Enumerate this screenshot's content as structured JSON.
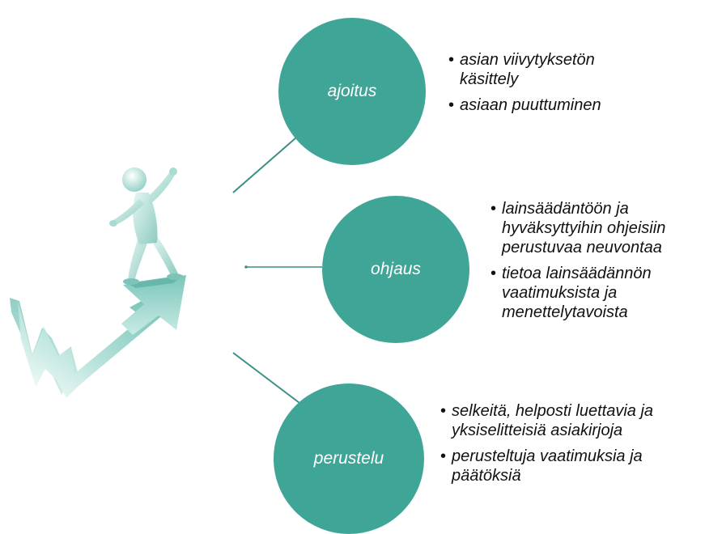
{
  "colors": {
    "circle_fill": "#3fa597",
    "connector": "#3a8f84",
    "arrow_fill": "#8fd3c9",
    "figure_fill": "#b5e1d8"
  },
  "illustration": {
    "icon": "person-surfing-rising-arrow-icon"
  },
  "nodes": [
    {
      "label": "ajoitus",
      "bullets": [
        "asian viivytyksetön käsittely",
        "asiaan puuttuminen"
      ]
    },
    {
      "label": "ohjaus",
      "bullets": [
        "lainsäädäntöön ja hyväksyttyihin ohjeisiin perustuvaa neuvontaa",
        "tietoa lainsäädännön vaatimuksista ja menettelytavoista"
      ]
    },
    {
      "label": "perustelu",
      "bullets": [
        "selkeitä, helposti luettavia ja yksiselitteisiä asiakirjoja",
        "perusteltuja vaatimuksia ja päätöksiä"
      ]
    }
  ]
}
